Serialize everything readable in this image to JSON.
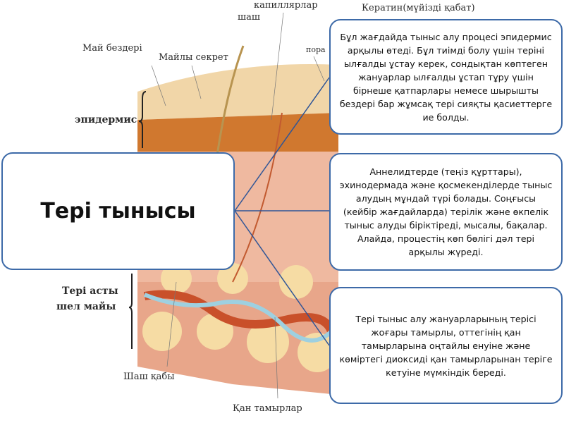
{
  "diagram_labels": {
    "capillaries": "капиллярлар",
    "keratin": "Кератин(мүйізді қабат)",
    "hair": "шаш",
    "sebaceous_glands": "Май бездері",
    "sebum": "Майлы секрет",
    "pore": "пора",
    "epidermis": "эпидермис",
    "subcutaneous_fat_line1": "Тері асты",
    "subcutaneous_fat_line2": "шел майы",
    "hair_follicle": "Шаш қабы",
    "blood_vessels": "Қан тамырлар"
  },
  "main": {
    "title": "Тері тынысы"
  },
  "info_boxes": [
    {
      "text": "Бұл жағдайда тыныс алу процесі эпидермис арқылы өтеді. Бұл тиімді болу үшін теріні ылғалды ұстау керек, сондықтан көптеген жануарлар ылғалды ұстап тұру үшін бірнеше қатпарлары немесе шырышты бездері бар жұмсақ тері сияқты қасиеттерге ие болды."
    },
    {
      "text": "Аннелидтерде (теңіз құрттары), эхинодермада және қосмекенділерде тыныс алудың мұндай түрі болады. Соңғысы (кейбір жағдайларда) терілік және өкпелік тыныс алуды біріктіреді, мысалы, бақалар. Алайда, процестің көп бөлігі дәл тері арқылы жүреді."
    },
    {
      "text": "Тері тыныс алу жануарларының терісі жоғары тамырлы, оттегінің қан тамырларына оңтайлы енуіне және көміртегі диоксиді қан тамырларынан теріге кетуіне мүмкіндік береді."
    }
  ],
  "colors": {
    "box_border": "#3d6aa8",
    "connector": "#2f5597"
  }
}
